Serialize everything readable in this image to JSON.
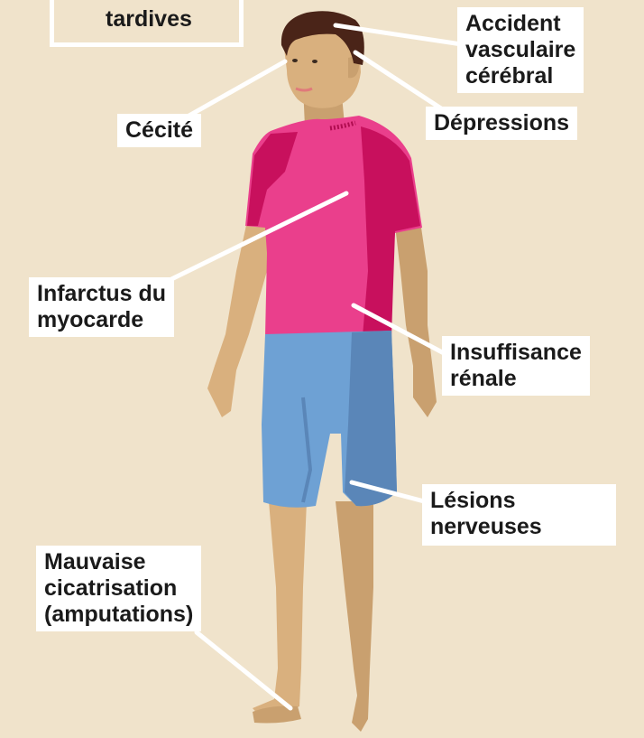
{
  "title_fragment": "tardives",
  "labels": {
    "avc": "Accident\nvasculaire\ncérébral",
    "depressions": "Dépressions",
    "cecite": "Cécité",
    "infarctus": "Infarctus du\nmyocarde",
    "insuffisance": "Insuffisance\nrénale",
    "lesions": "Lésions\nnerveuses",
    "cicatrisation": "Mauvaise\ncicatrisation\n(amputations)"
  },
  "colors": {
    "background": "#f0e3cb",
    "skin": "#d9b07e",
    "skin_shadow": "#c2935f",
    "shirt": "#ea3f8c",
    "shirt_shadow": "#c8105d",
    "shorts": "#6ea1d4",
    "shorts_shadow": "#5a86b8",
    "hair": "#4a2418",
    "leader_line": "#ffffff"
  }
}
